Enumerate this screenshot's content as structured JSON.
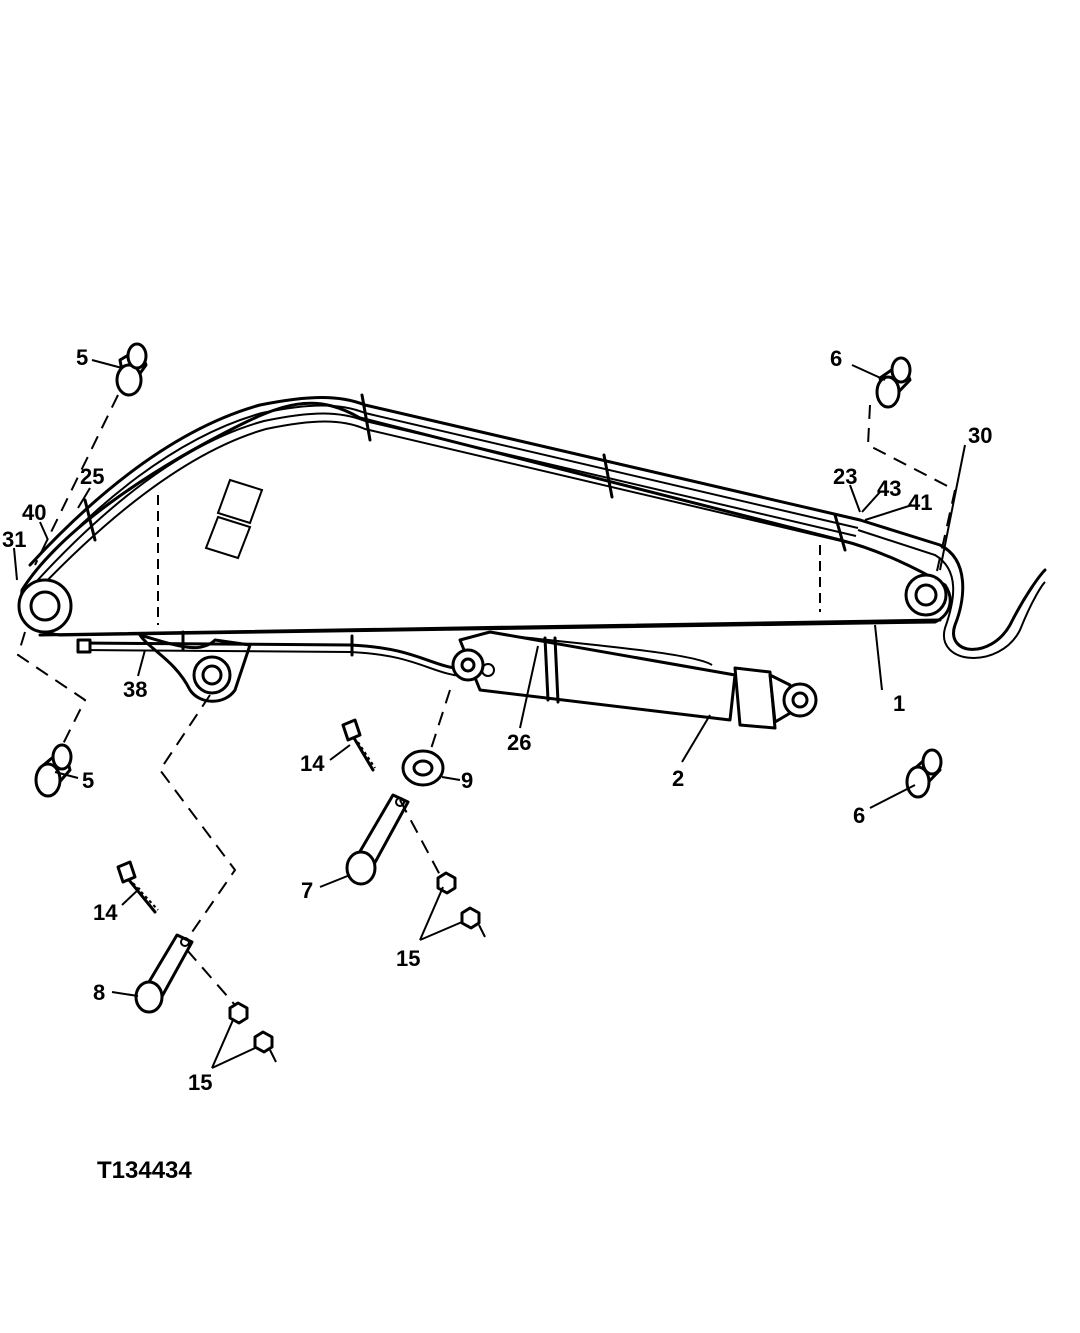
{
  "figure_id": "T134434",
  "callouts": {
    "c1": "1",
    "c2": "2",
    "c5a": "5",
    "c5b": "5",
    "c6a": "6",
    "c6b": "6",
    "c7": "7",
    "c8": "8",
    "c9": "9",
    "c14a": "14",
    "c14b": "14",
    "c15a": "15",
    "c15b": "15",
    "c23": "23",
    "c25": "25",
    "c26": "26",
    "c30": "30",
    "c31": "31",
    "c38": "38",
    "c40": "40",
    "c41": "41",
    "c43": "43"
  }
}
